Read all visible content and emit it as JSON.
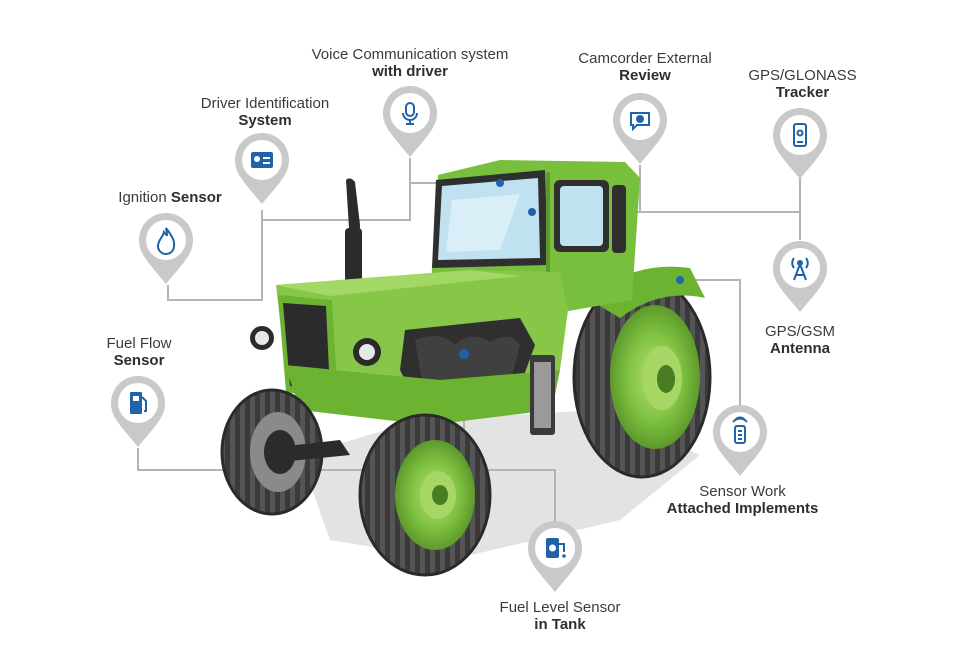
{
  "labels": {
    "voice": {
      "line1": "Voice Communication system",
      "line2": "with driver"
    },
    "camcorder": {
      "line1": "Camcorder External",
      "line2": "Review"
    },
    "gps_tracker": {
      "line1": "GPS/GLONASS",
      "line2": "Tracker"
    },
    "driver_id": {
      "line1": "Driver Identification",
      "line2": "System"
    },
    "ignition": {
      "plain": "Ignition ",
      "bold": "Sensor"
    },
    "gps_antenna": {
      "line1": "GPS/GSM",
      "line2": "Antenna"
    },
    "fuel_flow": {
      "line1": "Fuel Flow",
      "line2": "Sensor"
    },
    "implements": {
      "line1": "Sensor Work",
      "line2": "Attached Implements"
    },
    "fuel_level": {
      "line1": "Fuel Level Sensor",
      "line2": "in Tank"
    }
  },
  "icons": {
    "voice": "microphone-icon",
    "camcorder": "camera-review-icon",
    "gps_tracker": "phone-location-icon",
    "driver_id": "id-card-icon",
    "ignition": "flame-icon",
    "gps_antenna": "antenna-icon",
    "fuel_flow": "fuel-pump-icon",
    "implements": "remote-signal-icon",
    "fuel_level": "fuel-tank-icon"
  },
  "colors": {
    "pin": "#c9c9c9",
    "icon": "#1f63a8",
    "connector": "#b4b4b4",
    "tractor_green": "#7fc241",
    "tractor_dark_green": "#5d9a2b"
  }
}
